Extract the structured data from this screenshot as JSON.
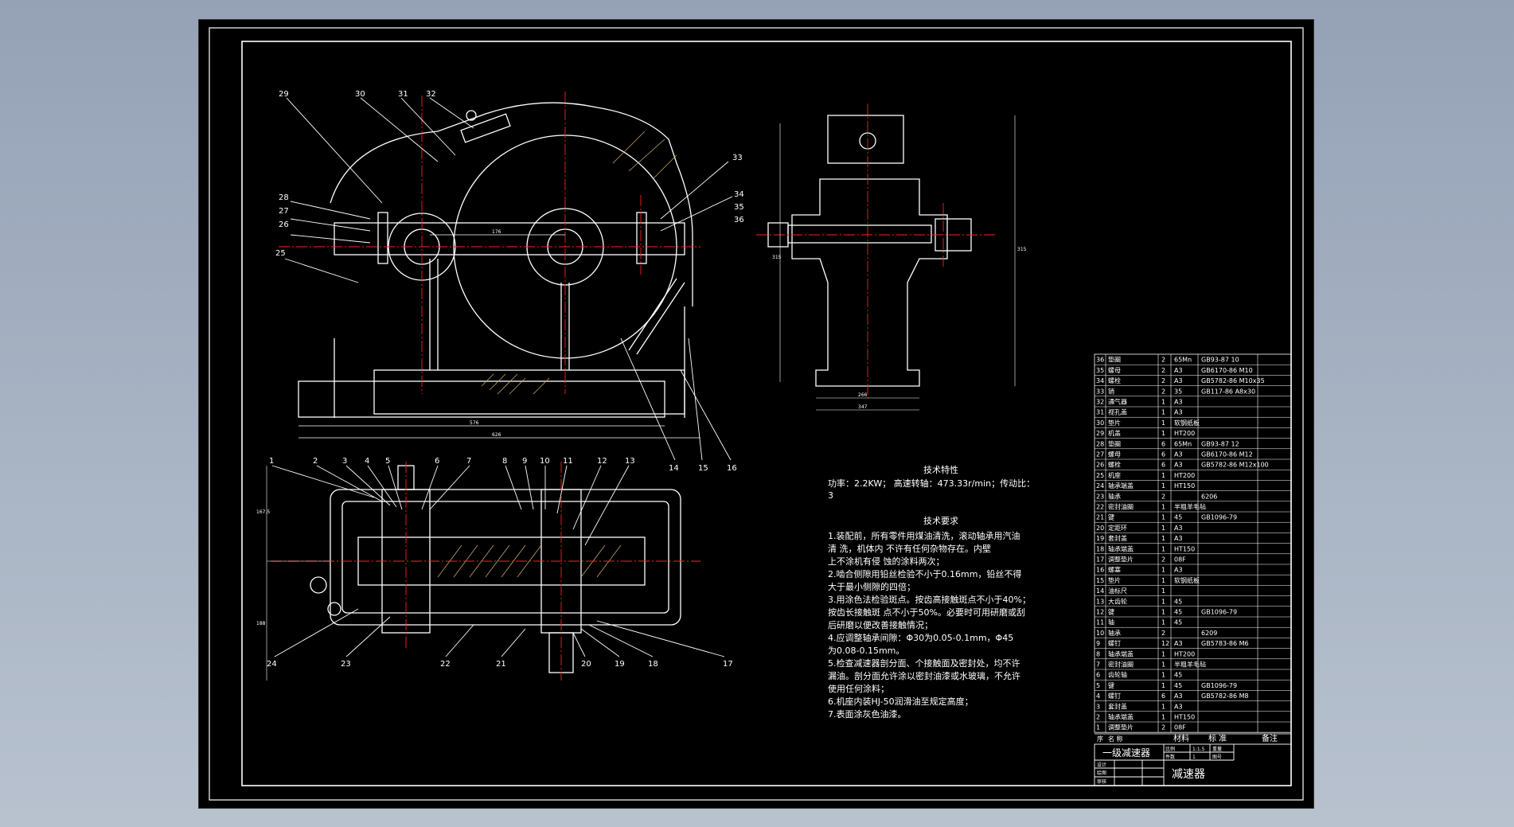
{
  "colors": {
    "background": "#000000",
    "outline": "#ffffff",
    "centerline": "#ff2020",
    "hatch": "#c9a26a",
    "window_bg": "#a3aebe"
  },
  "balloons_front": [
    "29",
    "30",
    "31",
    "32",
    "33",
    "34",
    "35",
    "36",
    "28",
    "27",
    "26",
    "25",
    "14",
    "15",
    "16"
  ],
  "balloons_top": [
    "1",
    "2",
    "3",
    "4",
    "5",
    "6",
    "7",
    "8",
    "9",
    "10",
    "11",
    "12",
    "13",
    "24",
    "23",
    "22",
    "21",
    "20",
    "19",
    "18",
    "17"
  ],
  "tech_spec": {
    "title": "技术特性",
    "line1": "功率：2.2KW； 高速转轴：473.33r/min；传动比：",
    "line2": "3"
  },
  "tech_req": {
    "title": "技术要求",
    "lines": [
      "1.装配前，所有零件用煤油清洗，滚动轴承用汽油",
      "清    洗，机体内  不许有任何杂物存在。内壁",
      "上不涂机有侵    蚀的涂料两次；",
      "2.啮合侧隙用铅丝检验不小于0.16mm，铅丝不得",
      "大于最小侧隙的四倍；",
      "3.用涂色法检验斑点。按齿高接触斑点不小于40%；",
      "按齿长接触斑  点不小于50%。必要时可用研磨或刮",
      "后研磨以便改善接触情况；",
      "4.应调整轴承间隙：Φ30为0.05-0.1mm，Φ45",
      "为0.08-0.15mm。",
      "5.检查减速器剖分面、个接触面及密封处，均不许",
      "漏油。剖分面允许涂以密封油漆或水玻璃，不允许",
      "使用任何涂料；",
      "6.机座内装HJ-50润滑油至规定高度；",
      "7.表面涂灰色油漆。"
    ]
  },
  "bom": {
    "rows": [
      [
        "36",
        "垫圈",
        "2",
        "65Mn",
        "GB93-87 10"
      ],
      [
        "35",
        "螺母",
        "2",
        "A3",
        "GB6170-86 M10"
      ],
      [
        "34",
        "螺栓",
        "2",
        "A3",
        "GB5782-86 M10x35"
      ],
      [
        "33",
        "销",
        "2",
        "35",
        "GB117-86 A8x30"
      ],
      [
        "32",
        "通气器",
        "1",
        "A3",
        ""
      ],
      [
        "31",
        "视孔盖",
        "1",
        "A3",
        ""
      ],
      [
        "30",
        "垫片",
        "1",
        "软钢纸板",
        ""
      ],
      [
        "29",
        "机盖",
        "1",
        "HT200",
        ""
      ],
      [
        "28",
        "垫圈",
        "6",
        "65Mn",
        "GB93-87 12"
      ],
      [
        "27",
        "螺母",
        "6",
        "A3",
        "GB6170-86 M12"
      ],
      [
        "26",
        "螺栓",
        "6",
        "A3",
        "GB5782-86 M12x100"
      ],
      [
        "25",
        "机座",
        "1",
        "HT200",
        ""
      ],
      [
        "24",
        "轴承端盖",
        "1",
        "HT150",
        ""
      ],
      [
        "23",
        "轴承",
        "2",
        "",
        "6206"
      ],
      [
        "22",
        "密封油圈",
        "1",
        "半粗羊毛毡",
        ""
      ],
      [
        "21",
        "键",
        "1",
        "45",
        "GB1096-79"
      ],
      [
        "20",
        "定距环",
        "1",
        "A3",
        ""
      ],
      [
        "19",
        "套封盖",
        "1",
        "A3",
        ""
      ],
      [
        "18",
        "轴承端盖",
        "1",
        "HT150",
        ""
      ],
      [
        "17",
        "调整垫片",
        "2",
        "08F",
        ""
      ],
      [
        "16",
        "螺塞",
        "1",
        "A3",
        ""
      ],
      [
        "15",
        "垫片",
        "1",
        "软钢纸板",
        ""
      ],
      [
        "14",
        "油标尺",
        "1",
        "",
        ""
      ],
      [
        "13",
        "大齿轮",
        "1",
        "45",
        ""
      ],
      [
        "12",
        "键",
        "1",
        "45",
        "GB1096-79"
      ],
      [
        "11",
        "轴",
        "1",
        "45",
        ""
      ],
      [
        "10",
        "轴承",
        "2",
        "",
        "6209"
      ],
      [
        "9",
        "螺钉",
        "12",
        "A3",
        "GB5783-86 M6"
      ],
      [
        "8",
        "轴承端盖",
        "1",
        "HT200",
        ""
      ],
      [
        "7",
        "密封油圈",
        "1",
        "半粗羊毛毡",
        ""
      ],
      [
        "6",
        "齿轮轴",
        "1",
        "45",
        ""
      ],
      [
        "5",
        "键",
        "1",
        "45",
        "GB1096-79"
      ],
      [
        "4",
        "螺钉",
        "6",
        "A3",
        "GB5782-86 M8"
      ],
      [
        "3",
        "套封盖",
        "1",
        "A3",
        ""
      ],
      [
        "2",
        "轴承端盖",
        "1",
        "HT150",
        ""
      ],
      [
        "1",
        "调整垫片",
        "2",
        "08F",
        ""
      ]
    ],
    "header": {
      "seq": "序",
      "name": "名    称",
      "material": "材料",
      "standard": "标    准",
      "remark": "备注"
    },
    "title_block": {
      "assembly_name": "一级减速器",
      "drawing_title": "减速器",
      "scale_label": "比例",
      "scale_value": "1:1.5",
      "sheet_label": "件数",
      "sheet_value": "1",
      "weight_label": "重量",
      "drawing_no_label": "图号",
      "designer": "设计",
      "drawer": "绘图",
      "reviewer": "审核"
    }
  },
  "dimensions": {
    "front_width_total": "626",
    "front_length": "576",
    "side_width": "266",
    "side_total": "347",
    "side_height": "315",
    "side_right_height": "315",
    "center_distance": "176",
    "top_height_a": "167.5",
    "top_height_b": "188"
  }
}
